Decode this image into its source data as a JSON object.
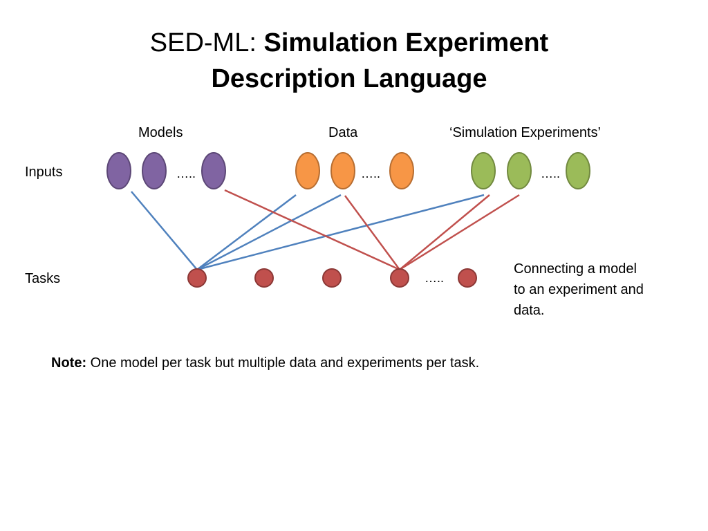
{
  "title": {
    "prefix": "SED-ML: ",
    "bold_line1": "Simulation Experiment",
    "bold_line2": "Description Language"
  },
  "column_headers": {
    "models": "Models",
    "data": "Data",
    "experiments": "‘Simulation Experiments’"
  },
  "row_labels": {
    "inputs": "Inputs",
    "tasks": "Tasks"
  },
  "ellipsis": "…..",
  "caption": {
    "line1": "Connecting a model",
    "line2": "to an experiment and",
    "line3": "data."
  },
  "note": {
    "label": "Note:",
    "text": " One model per task but multiple data and experiments per task."
  },
  "colors": {
    "model": "#8064a2",
    "model_stroke": "#5c4776",
    "data": "#f79646",
    "data_stroke": "#b66d31",
    "experiment": "#9bbb59",
    "experiment_stroke": "#71893f",
    "task": "#c0504d",
    "task_stroke": "#8c3836",
    "blue_link": "#4f81bd",
    "red_link": "#c0504d"
  }
}
